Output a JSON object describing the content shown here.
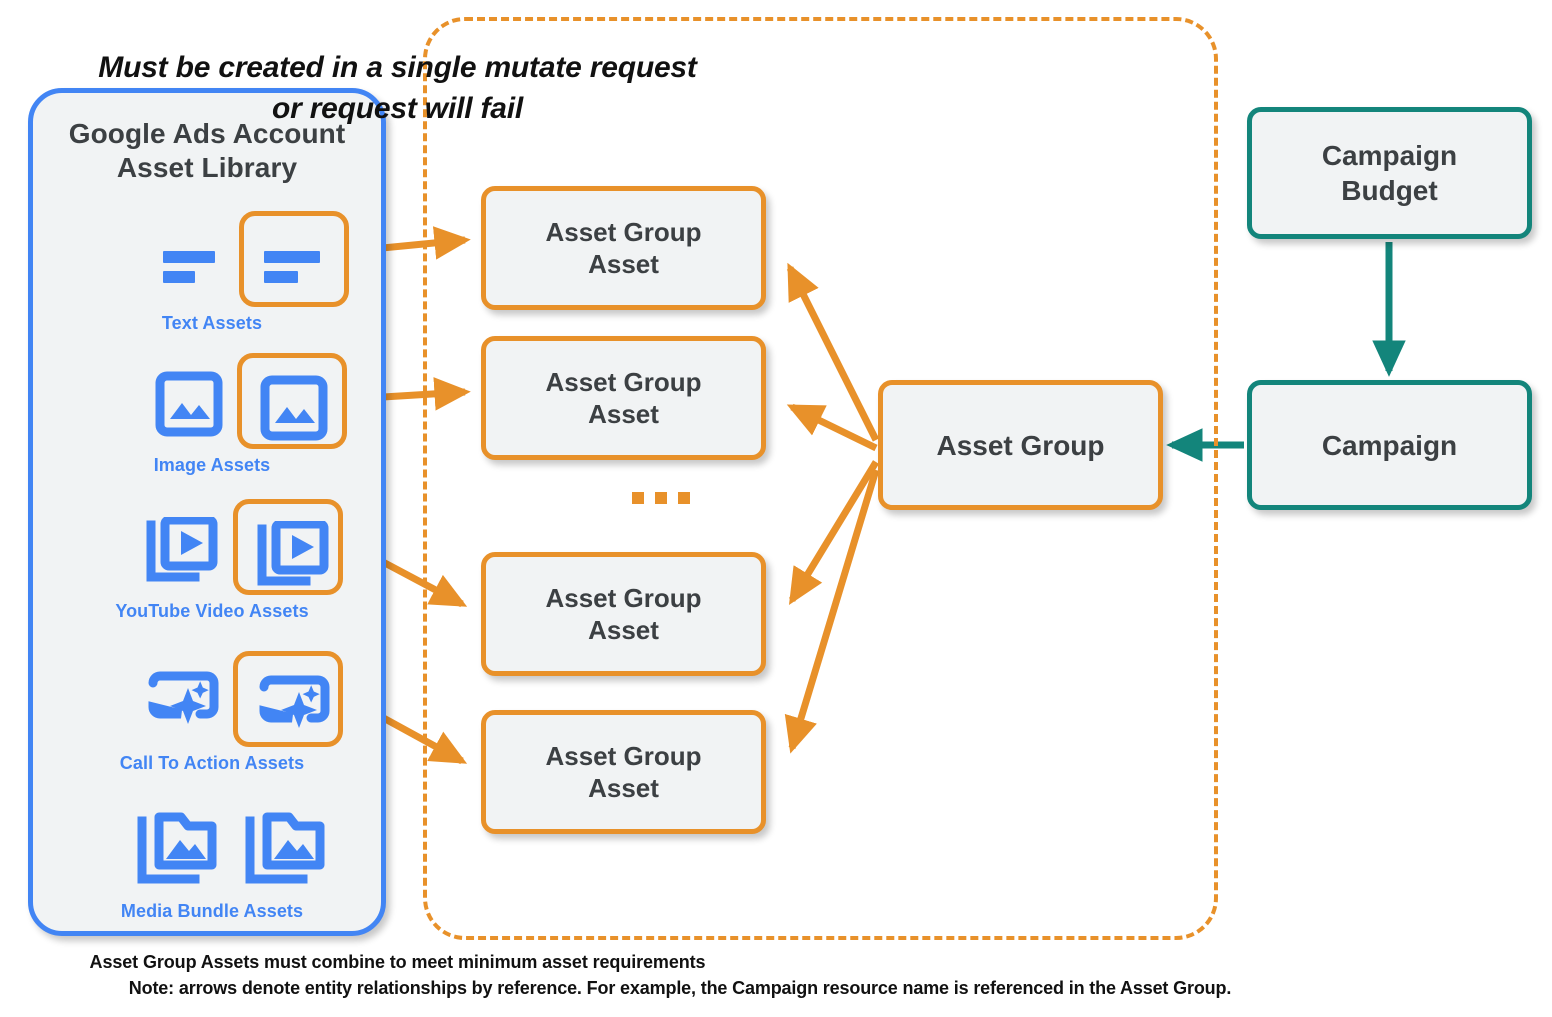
{
  "diagram": {
    "title_note": "Note: arrows denote entity relationships by reference. For example, the Campaign resource name is referenced in the Asset Group.",
    "colors": {
      "orange": "#e8912a",
      "blue": "#4285f4",
      "teal": "#13857b",
      "node_fill": "#f1f3f4",
      "node_text": "#3c4043"
    }
  },
  "library": {
    "title_line1": "Google Ads Account",
    "title_line2": "Asset Library",
    "assets": [
      {
        "caption": "Text Assets",
        "icon": "text-lines-icon",
        "highlighted": true
      },
      {
        "caption": "Image Assets",
        "icon": "image-icon",
        "highlighted": true
      },
      {
        "caption": "YouTube Video  Assets",
        "icon": "video-stack-icon",
        "highlighted": true
      },
      {
        "caption": "Call To Action Assets",
        "icon": "call-to-action-sparkle-icon",
        "highlighted": true
      },
      {
        "caption": "Media Bundle  Assets",
        "icon": "media-bundle-folder-icon",
        "highlighted": false
      }
    ]
  },
  "mutate_container": {
    "header_line1": "Must be created in a single mutate request",
    "header_line2": "or request will fail",
    "footer": "Asset Group Assets must combine to meet minimum asset requirements",
    "ellipsis": "...",
    "asset_group_assets": [
      {
        "label_line1": "Asset Group",
        "label_line2": "Asset"
      },
      {
        "label_line1": "Asset Group",
        "label_line2": "Asset"
      },
      {
        "label_line1": "Asset Group",
        "label_line2": "Asset"
      },
      {
        "label_line1": "Asset Group",
        "label_line2": "Asset"
      }
    ]
  },
  "nodes": {
    "asset_group": "Asset Group",
    "campaign_budget_line1": "Campaign",
    "campaign_budget_line2": "Budget",
    "campaign": "Campaign"
  }
}
